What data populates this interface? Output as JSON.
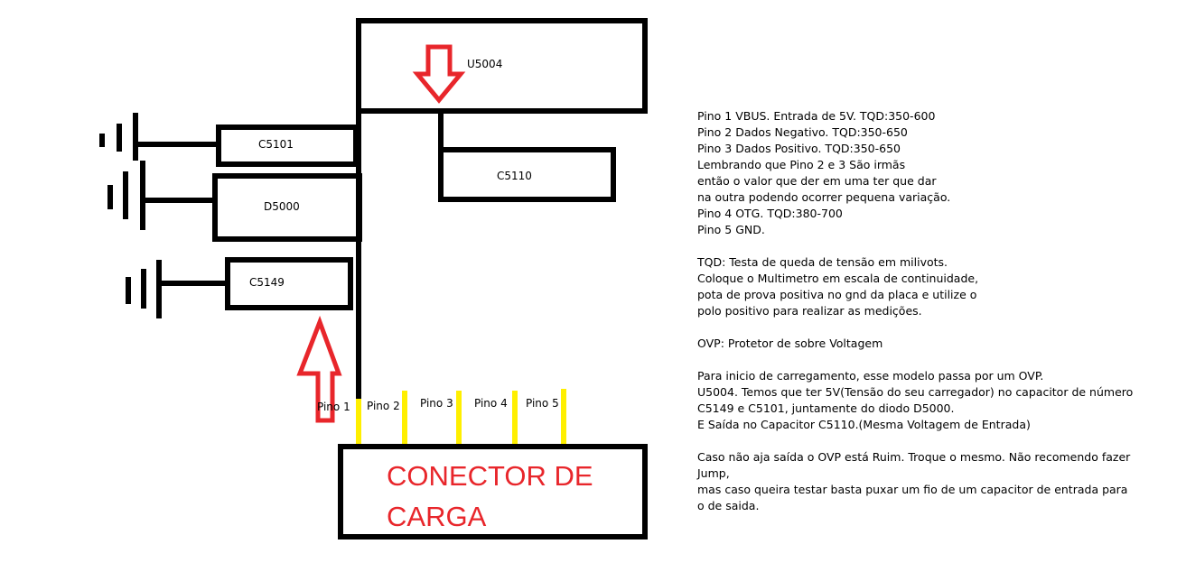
{
  "components": {
    "u5004": "U5004",
    "c5101": "C5101",
    "c5110": "C5110",
    "d5000": "D5000",
    "c5149": "C5149",
    "connector_line1": "CONECTOR DE",
    "connector_line2": "CARGA"
  },
  "pins": [
    "Pino 1",
    "Pino 2",
    "Pino 3",
    "Pino 4",
    "Pino 5"
  ],
  "colors": {
    "wire": "#000000",
    "arrow": "#e8262b",
    "pin": "#ffef00",
    "connector_text": "#e8262b"
  },
  "notes": [
    "Pino 1 VBUS. Entrada de 5V. TQD:350-600",
    "Pino 2 Dados Negativo. TQD:350-650",
    "Pino 3 Dados Positivo. TQD:350-650",
    "Lembrando que Pino 2 e 3 São irmãs",
    "então o valor que der em uma ter que dar",
    "na outra podendo ocorrer pequena variação.",
    "Pino 4 OTG. TQD:380-700",
    "Pino 5 GND.",
    "",
    "TQD: Testa de queda de tensão em milivots.",
    "Coloque o Multimetro em escala de continuidade,",
    "pota de prova positiva no gnd da placa e utilize o",
    "polo positivo para realizar as medições.",
    "",
    "OVP: Protetor de sobre Voltagem",
    "",
    "Para inicio de carregamento, esse modelo passa por um OVP.",
    "U5004. Temos que ter 5V(Tensão do seu carregador) no capacitor de número",
    "C5149 e C5101, juntamente do diodo D5000.",
    "E Saída no Capacitor C5110.(Mesma Voltagem de Entrada)",
    "",
    "Caso não aja saída o OVP está Ruim. Troque o mesmo. Não recomendo fazer",
    "Jump,",
    "mas caso queira testar basta puxar um fio de um capacitor de entrada para",
    "o de saida."
  ]
}
